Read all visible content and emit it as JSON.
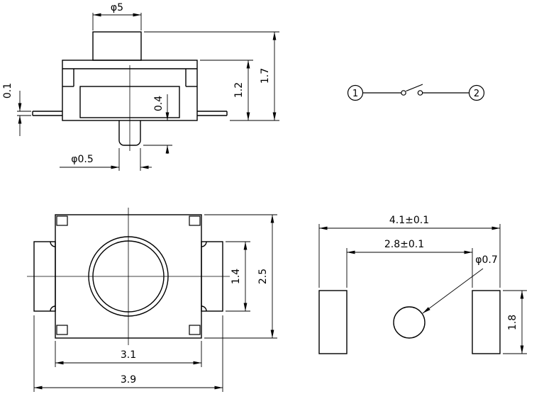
{
  "colors": {
    "line": "#000000",
    "background": "#ffffff"
  },
  "front_view": {
    "cap_diameter": "φ5",
    "overall_height": "1.7",
    "body_height": "1.2",
    "lead_thickness": "0.1",
    "stem_protrusion": "0.4",
    "stem_diameter": "φ0.5"
  },
  "schematic": {
    "terminal_left": "1",
    "terminal_right": "2"
  },
  "top_view": {
    "body_width": "3.1",
    "overall_width": "3.9",
    "lead_width": "1.4",
    "body_depth": "2.5"
  },
  "footprint": {
    "outer_span": "4.1±0.1",
    "inner_span": "2.8±0.1",
    "hole_diameter": "φ0.7",
    "pad_length": "1.8"
  }
}
